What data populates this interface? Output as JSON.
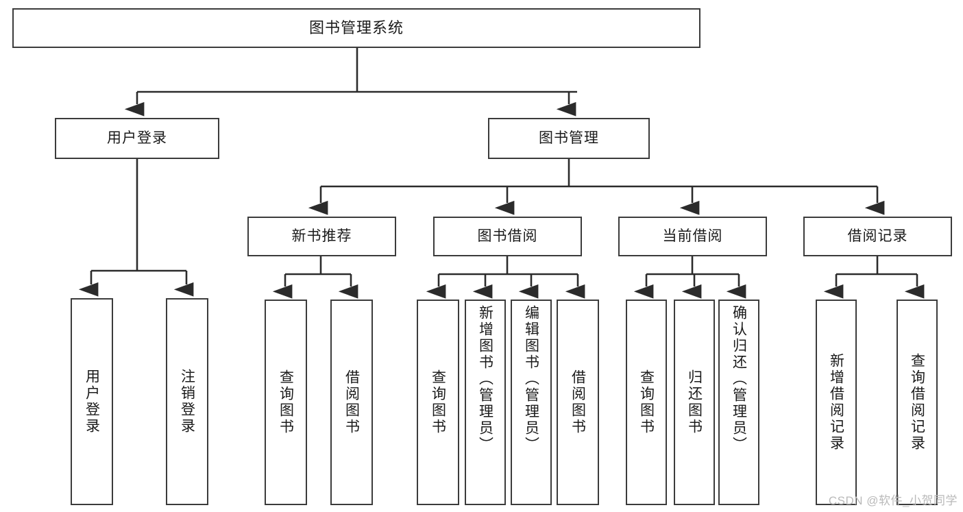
{
  "diagram": {
    "title": "图书管理系统",
    "watermark": "CSDN @软件_小贺同学",
    "nodes": {
      "root": {
        "label": "图书管理系统"
      },
      "level2": [
        {
          "id": "user-login",
          "label": "用户登录"
        },
        {
          "id": "book-manage",
          "label": "图书管理"
        }
      ],
      "level3": [
        {
          "id": "new-book-recommend",
          "label": "新书推荐"
        },
        {
          "id": "book-borrow",
          "label": "图书借阅"
        },
        {
          "id": "current-borrow",
          "label": "当前借阅"
        },
        {
          "id": "borrow-record",
          "label": "借阅记录"
        }
      ],
      "leaves": [
        {
          "id": "leaf-user-login",
          "label": "用户登录",
          "parent": "user-login"
        },
        {
          "id": "leaf-logout-login",
          "label": "注销登录",
          "parent": "user-login"
        },
        {
          "id": "leaf-query-book-1",
          "label": "查询图书",
          "parent": "new-book-recommend"
        },
        {
          "id": "leaf-borrow-book-1",
          "label": "借阅图书",
          "parent": "new-book-recommend"
        },
        {
          "id": "leaf-query-book-2",
          "label": "查询图书",
          "parent": "book-borrow"
        },
        {
          "id": "leaf-add-book",
          "label": "新增图书（管理员）",
          "parent": "book-borrow"
        },
        {
          "id": "leaf-edit-book",
          "label": "编辑图书（管理员）",
          "parent": "book-borrow"
        },
        {
          "id": "leaf-borrow-book-2",
          "label": "借阅图书",
          "parent": "book-borrow"
        },
        {
          "id": "leaf-query-book-3",
          "label": "查询图书",
          "parent": "current-borrow"
        },
        {
          "id": "leaf-return-book",
          "label": "归还图书",
          "parent": "current-borrow"
        },
        {
          "id": "leaf-confirm-return",
          "label": "确认归还（管理员）",
          "parent": "current-borrow"
        },
        {
          "id": "leaf-add-record",
          "label": "新增借阅记录",
          "parent": "borrow-record"
        },
        {
          "id": "leaf-query-record",
          "label": "查询借阅记录",
          "parent": "borrow-record"
        }
      ]
    },
    "colors": {
      "border": "#3b3b3b",
      "fill": "#ffffff",
      "text": "#1a1a1a",
      "connector": "#2b2b2b",
      "watermark": "#b9b9b9"
    }
  }
}
